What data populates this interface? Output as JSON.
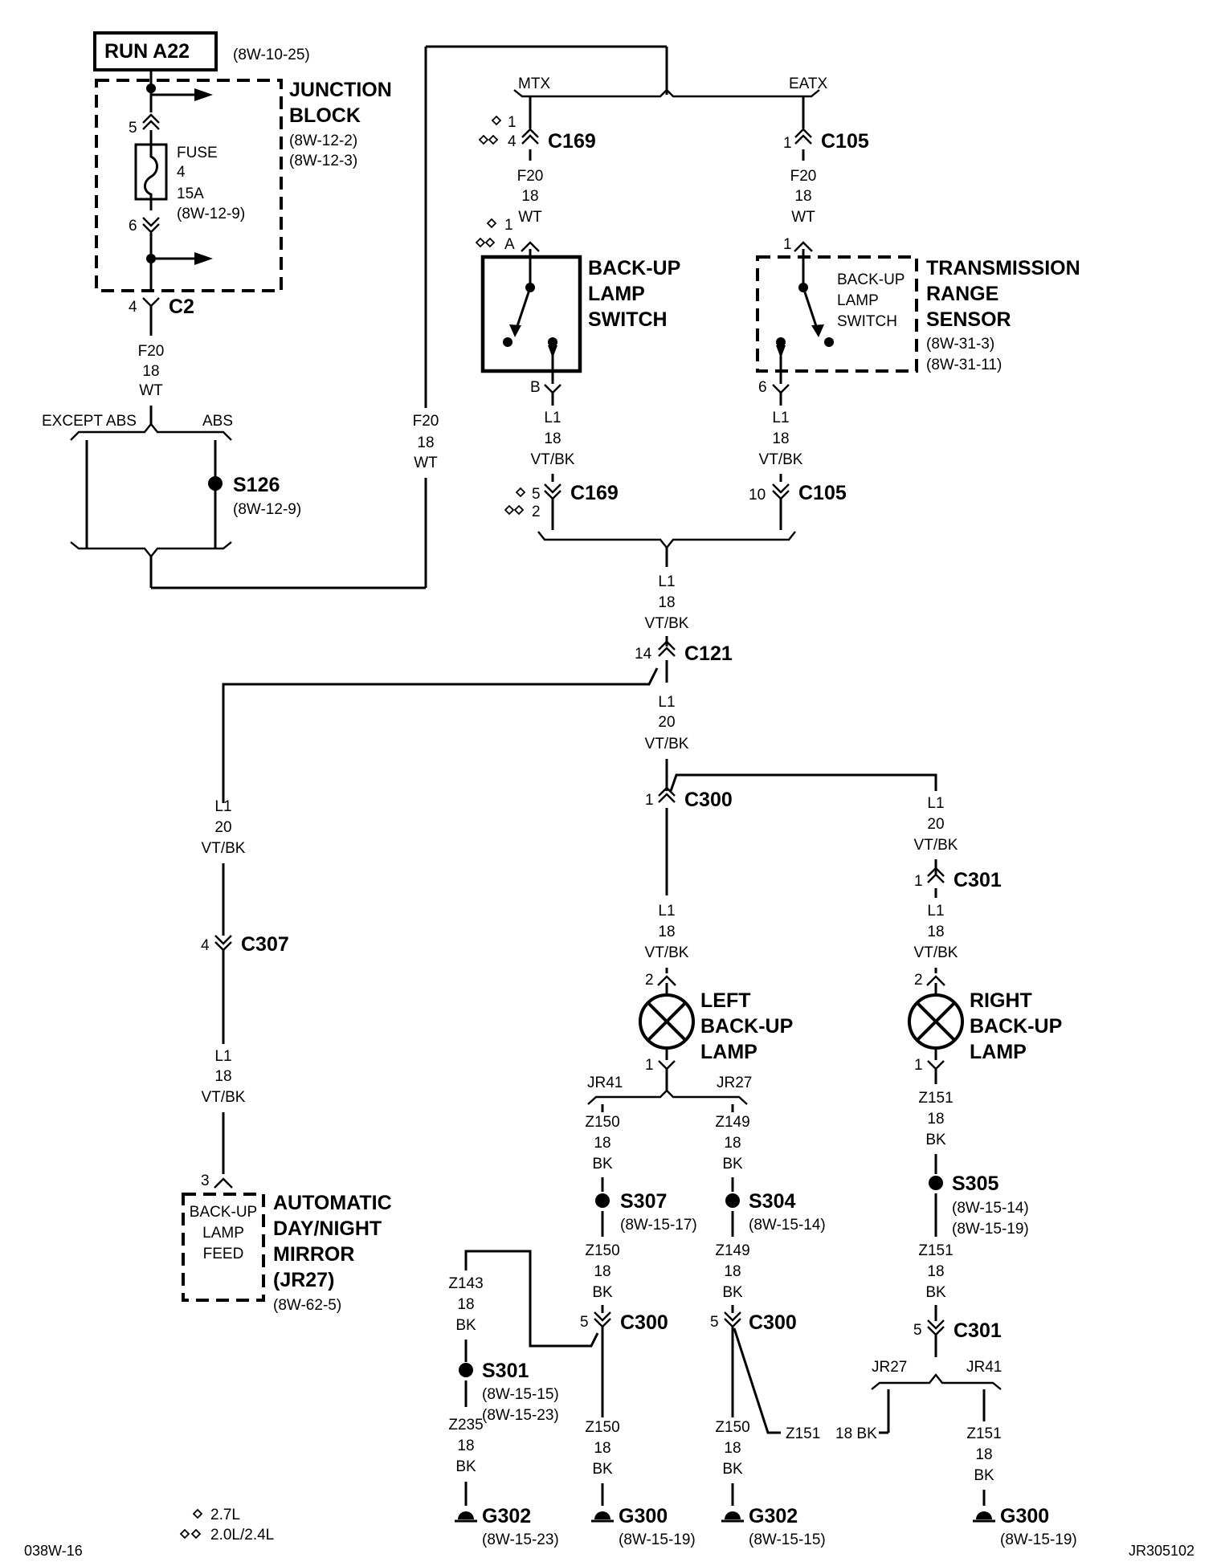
{
  "colors": {
    "line": "#000000",
    "background": "#ffffff"
  },
  "fuse_block": {
    "title": "RUN A22",
    "title_ref": "(8W-10-25)",
    "name_line1": "JUNCTION",
    "name_line2": "BLOCK",
    "ref1": "(8W-12-2)",
    "ref2": "(8W-12-3)",
    "pin_in": "5",
    "pin_out": "6",
    "fuse_label": "FUSE",
    "fuse_number": "4",
    "fuse_rating": "15A",
    "fuse_ref": "(8W-12-9)"
  },
  "c2": {
    "pin": "4",
    "name": "C2"
  },
  "wire_f20_a": {
    "code": "F20",
    "gauge": "18",
    "color": "WT"
  },
  "abs_split": {
    "left": "EXCEPT ABS",
    "right": "ABS",
    "splice": "S126",
    "splice_ref": "(8W-12-9)"
  },
  "wire_f20_b": {
    "code": "F20",
    "gauge": "18",
    "color": "WT"
  },
  "trans_split": {
    "left": "MTX",
    "right": "EATX"
  },
  "c169_top": {
    "pin_a": "1",
    "pin_b": "4",
    "name": "C169"
  },
  "c105_top": {
    "pin": "1",
    "name": "C105"
  },
  "wire_f20_c": {
    "code": "F20",
    "gauge": "18",
    "color": "WT"
  },
  "wire_f20_d": {
    "code": "F20",
    "gauge": "18",
    "color": "WT"
  },
  "switch_mtx": {
    "pin_in_a": "1",
    "pin_in_b": "A",
    "pin_out": "B",
    "name_line1": "BACK-UP",
    "name_line2": "LAMP",
    "name_line3": "SWITCH"
  },
  "sensor_eatx": {
    "pin_in": "1",
    "pin_out": "6",
    "inner_line1": "BACK-UP",
    "inner_line2": "LAMP",
    "inner_line3": "SWITCH",
    "name_line1": "TRANSMISSION",
    "name_line2": "RANGE",
    "name_line3": "SENSOR",
    "ref1": "(8W-31-3)",
    "ref2": "(8W-31-11)"
  },
  "wire_l1_a": {
    "code": "L1",
    "gauge": "18",
    "color": "VT/BK"
  },
  "wire_l1_b": {
    "code": "L1",
    "gauge": "18",
    "color": "VT/BK"
  },
  "c169_bot": {
    "pin_a": "5",
    "pin_b": "2",
    "name": "C169"
  },
  "c105_bot": {
    "pin": "10",
    "name": "C105"
  },
  "wire_l1_c": {
    "code": "L1",
    "gauge": "18",
    "color": "VT/BK"
  },
  "c121": {
    "pin": "14",
    "name": "C121"
  },
  "wire_l1_d": {
    "code": "L1",
    "gauge": "20",
    "color": "VT/BK"
  },
  "wire_l1_e": {
    "code": "L1",
    "gauge": "20",
    "color": "VT/BK"
  },
  "c307": {
    "pin": "4",
    "name": "C307"
  },
  "wire_l1_f": {
    "code": "L1",
    "gauge": "18",
    "color": "VT/BK"
  },
  "mirror": {
    "pin": "3",
    "inner_line1": "BACK-UP",
    "inner_line2": "LAMP",
    "inner_line3": "FEED",
    "name_line1": "AUTOMATIC",
    "name_line2": "DAY/NIGHT",
    "name_line3": "MIRROR",
    "name_line4": "(JR27)",
    "ref": "(8W-62-5)"
  },
  "c300_top": {
    "pin": "1",
    "name": "C300"
  },
  "wire_l1_g": {
    "code": "L1",
    "gauge": "20",
    "color": "VT/BK"
  },
  "c301_top": {
    "pin": "1",
    "name": "C301"
  },
  "wire_l1_h": {
    "code": "L1",
    "gauge": "18",
    "color": "VT/BK"
  },
  "wire_l1_i": {
    "code": "L1",
    "gauge": "18",
    "color": "VT/BK"
  },
  "left_lamp": {
    "pin_in": "2",
    "pin_out": "1",
    "line1": "LEFT",
    "line2": "BACK-UP",
    "line3": "LAMP"
  },
  "right_lamp": {
    "pin_in": "2",
    "pin_out": "1",
    "line1": "RIGHT",
    "line2": "BACK-UP",
    "line3": "LAMP"
  },
  "left_split": {
    "left": "JR41",
    "right": "JR27"
  },
  "wire_z150_a": {
    "code": "Z150",
    "gauge": "18",
    "color": "BK"
  },
  "wire_z149_a": {
    "code": "Z149",
    "gauge": "18",
    "color": "BK"
  },
  "wire_z151_a": {
    "code": "Z151",
    "gauge": "18",
    "color": "BK"
  },
  "s307": {
    "name": "S307",
    "ref": "(8W-15-17)"
  },
  "s304": {
    "name": "S304",
    "ref": "(8W-15-14)"
  },
  "s305": {
    "name": "S305",
    "ref1": "(8W-15-14)",
    "ref2": "(8W-15-19)"
  },
  "wire_z150_b": {
    "code": "Z150",
    "gauge": "18",
    "color": "BK"
  },
  "wire_z149_b": {
    "code": "Z149",
    "gauge": "18",
    "color": "BK"
  },
  "wire_z151_b": {
    "code": "Z151",
    "gauge": "18",
    "color": "BK"
  },
  "wire_z143": {
    "code": "Z143",
    "gauge": "18",
    "color": "BK"
  },
  "c300_bl": {
    "pin": "5",
    "name": "C300"
  },
  "c300_br": {
    "pin": "5",
    "name": "C300"
  },
  "c301_bot": {
    "pin": "5",
    "name": "C301"
  },
  "s301": {
    "name": "S301",
    "ref1": "(8W-15-15)",
    "ref2": "(8W-15-23)"
  },
  "right_split": {
    "left": "JR27",
    "right": "JR41"
  },
  "wire_z235": {
    "code": "Z235",
    "gauge": "18",
    "color": "BK"
  },
  "wire_z150_c": {
    "code": "Z150",
    "gauge": "18",
    "color": "BK"
  },
  "wire_z150_d": {
    "code": "Z150",
    "gauge": "18",
    "color": "BK"
  },
  "z151_tag": "Z151",
  "bk_tag": "18 BK",
  "wire_z151_c": {
    "code": "Z151",
    "gauge": "18",
    "color": "BK"
  },
  "grounds": [
    {
      "name": "G302",
      "ref": "(8W-15-23)"
    },
    {
      "name": "G300",
      "ref": "(8W-15-19)"
    },
    {
      "name": "G302",
      "ref": "(8W-15-15)"
    },
    {
      "name": "G300",
      "ref": "(8W-15-19)"
    }
  ],
  "legend": {
    "single": "2.7L",
    "double": "2.0L/2.4L"
  },
  "footer": {
    "left": "038W-16",
    "right": "JR305102"
  }
}
